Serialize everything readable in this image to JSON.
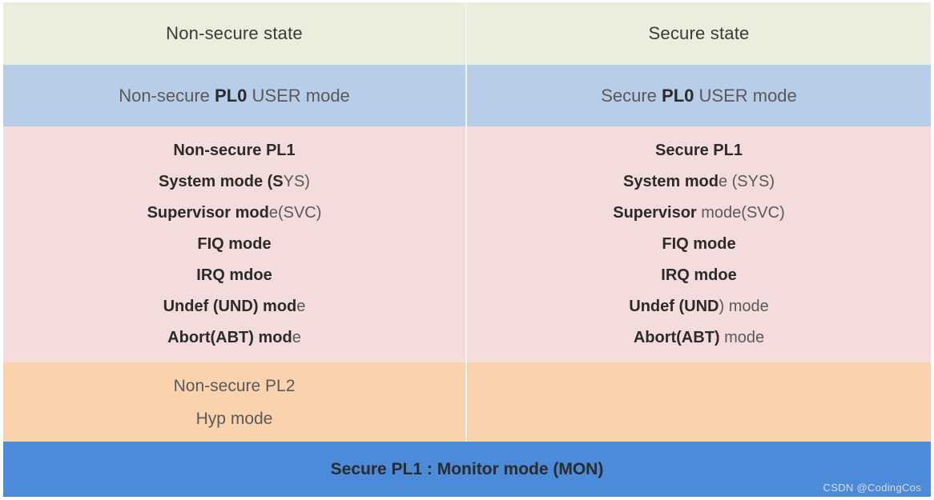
{
  "table": {
    "columns": [
      "Non-secure state",
      "Secure state"
    ],
    "rows": {
      "state_header": {
        "left": "Non-secure state",
        "right": "Secure state"
      },
      "pl0": {
        "left": {
          "prefix": "Non-secure ",
          "bold": "PL0",
          "suffix": " USER mode"
        },
        "right": {
          "prefix": "Secure ",
          "bold": "PL0",
          "suffix": " USER mode"
        }
      },
      "pl1": {
        "left": [
          {
            "bold": "Non-secure PL1",
            "normal": ""
          },
          {
            "bold": "System mode (S",
            "normal": "YS)"
          },
          {
            "bold": "Supervisor mod",
            "normal": "e(SVC)"
          },
          {
            "bold": "FIQ mode",
            "normal": ""
          },
          {
            "bold": "IRQ mdoe",
            "normal": ""
          },
          {
            "bold": "Undef (UND) mod",
            "normal": "e"
          },
          {
            "bold": "Abort(ABT) mod",
            "normal": "e"
          }
        ],
        "right": [
          {
            "bold": "Secure PL1",
            "normal": ""
          },
          {
            "bold": "System mod",
            "normal": "e (SYS)"
          },
          {
            "bold": "Supervisor",
            "normal": " mode(SVC)"
          },
          {
            "bold": "FIQ mode",
            "normal": ""
          },
          {
            "bold": "IRQ mdoe",
            "normal": ""
          },
          {
            "bold": "Undef (UND",
            "normal": ") mode"
          },
          {
            "bold": "Abort(ABT)",
            "normal": " mode"
          }
        ]
      },
      "pl2": {
        "left": [
          "Non-secure PL2",
          "Hyp mode"
        ],
        "right": [
          "",
          ""
        ]
      },
      "monitor": {
        "label": "Secure PL1 : Monitor mode (MON)"
      }
    }
  },
  "watermark": "CSDN @CodingCos",
  "colors": {
    "state_header_bg": "#eaeedc",
    "pl0_bg": "#b7cde8",
    "pl1_bg": "#f4dcdc",
    "pl2_bg": "#fbd2ae",
    "monitor_bg": "#4c8ada",
    "divider": "#f2f2f2",
    "bold_text": "#2b2b2b",
    "normal_text": "#595959",
    "watermark_text": "#d8dde4"
  }
}
